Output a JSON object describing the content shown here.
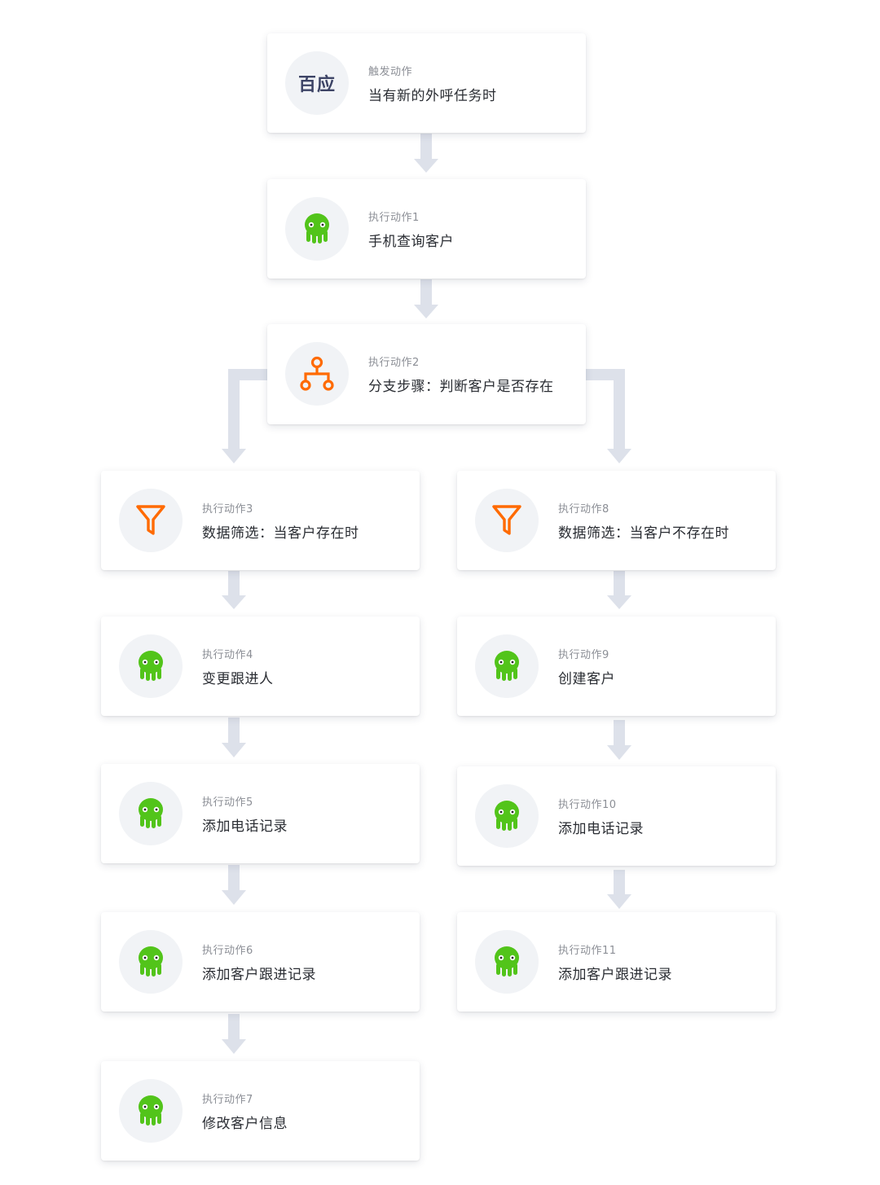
{
  "trigger": {
    "label": "触发动作",
    "title": "当有新的外呼任务时",
    "icon": "app-logo-icon",
    "logo_text": "百应",
    "logo_color": "#3d4466"
  },
  "steps": {
    "a1": {
      "label": "执行动作1",
      "title": "手机查询客户",
      "icon": "octopus-icon"
    },
    "a2": {
      "label": "执行动作2",
      "title": "分支步骤：判断客户是否存在",
      "icon": "branch-icon"
    },
    "a3": {
      "label": "执行动作3",
      "title": "数据筛选：当客户存在时",
      "icon": "filter-icon"
    },
    "a4": {
      "label": "执行动作4",
      "title": "变更跟进人",
      "icon": "octopus-icon"
    },
    "a5": {
      "label": "执行动作5",
      "title": "添加电话记录",
      "icon": "octopus-icon"
    },
    "a6": {
      "label": "执行动作6",
      "title": "添加客户跟进记录",
      "icon": "octopus-icon"
    },
    "a7": {
      "label": "执行动作7",
      "title": "修改客户信息",
      "icon": "octopus-icon"
    },
    "a8": {
      "label": "执行动作8",
      "title": "数据筛选：当客户不存在时",
      "icon": "filter-icon"
    },
    "a9": {
      "label": "执行动作9",
      "title": "创建客户",
      "icon": "octopus-icon"
    },
    "a10": {
      "label": "执行动作10",
      "title": "添加电话记录",
      "icon": "octopus-icon"
    },
    "a11": {
      "label": "执行动作11",
      "title": "添加客户跟进记录",
      "icon": "octopus-icon"
    }
  },
  "colors": {
    "octopus": "#52c41a",
    "accent_orange": "#ff6a00",
    "connector": "#dde1ea"
  }
}
